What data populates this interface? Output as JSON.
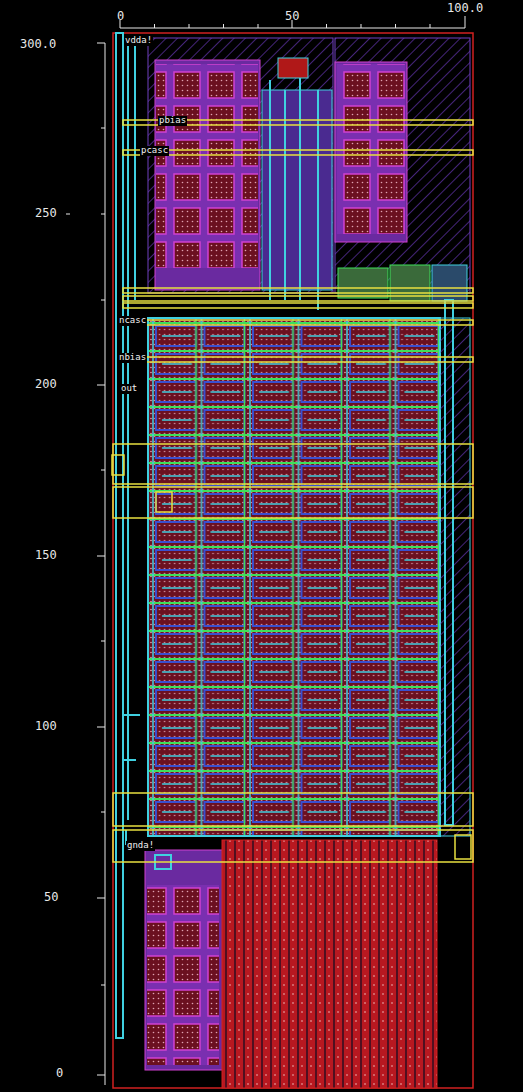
{
  "diagram": {
    "labels": [
      "0",
      "50",
      "100.0",
      "300.0",
      "250",
      "200",
      "150",
      "100",
      "50",
      "0",
      "vdda!",
      "pbias",
      "pcasc",
      "ncasc",
      "nbias",
      "out",
      "gnda!"
    ]
  }
}
